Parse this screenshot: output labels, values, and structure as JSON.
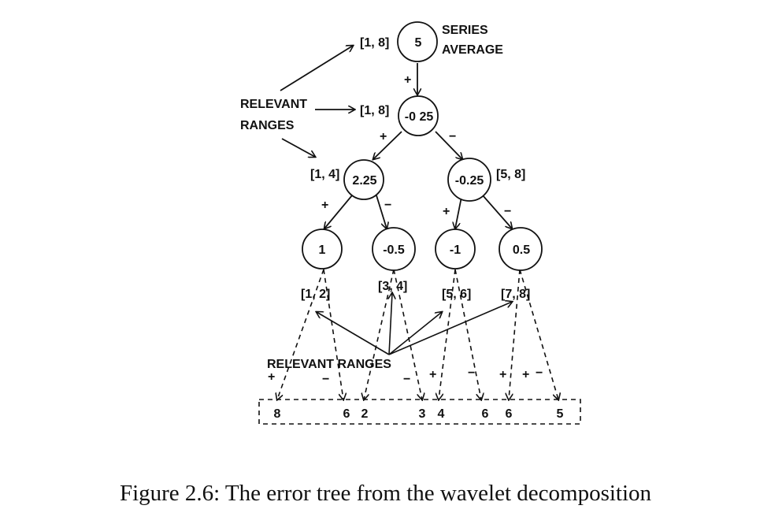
{
  "tree": {
    "root": {
      "value": "5",
      "range": "[1, 8]",
      "note_line1": "SERIES",
      "note_line2": "AVERAGE"
    },
    "level1": {
      "value": "-0 25",
      "range": "[1, 8]"
    },
    "left": {
      "value": "2.25",
      "range": "[1, 4]"
    },
    "right": {
      "value": "-0.25",
      "range": "[5, 8]"
    },
    "leaves_internal": [
      {
        "value": "1",
        "range": "[1, 2]"
      },
      {
        "value": "-0.5",
        "range": "[3, 4]"
      },
      {
        "value": "-1",
        "range": "[5, 6]"
      },
      {
        "value": "0.5",
        "range": "[7, 8]"
      }
    ]
  },
  "signs": {
    "plus": "+",
    "minus": "−"
  },
  "labels": {
    "relevant_ranges_top_line1": "RELEVANT",
    "relevant_ranges_top_line2": "RANGES",
    "relevant_ranges_bottom": "RELEVANT RANGES"
  },
  "data_values": [
    "8",
    "6",
    "2",
    "3",
    "4",
    "6",
    "6",
    "5"
  ],
  "caption": "Figure 2.6: The error tree from the wavelet decomposition"
}
